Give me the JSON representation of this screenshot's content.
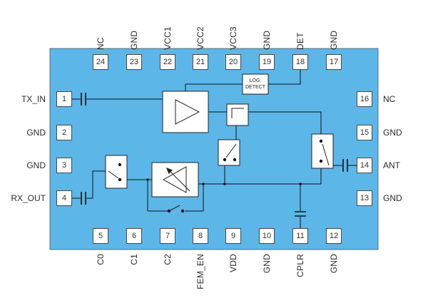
{
  "diagram": {
    "log_detect": {
      "line1": "LOG.",
      "line2": "DETECT"
    }
  },
  "colors": {
    "chip_fill": "#5cb6e8",
    "component_fill": "#ffffff",
    "wire": "#121212"
  },
  "pins": {
    "top": [
      {
        "num": "24",
        "label": "NC"
      },
      {
        "num": "23",
        "label": "GND"
      },
      {
        "num": "22",
        "label": "VCC1"
      },
      {
        "num": "21",
        "label": "VCC2"
      },
      {
        "num": "20",
        "label": "VCC3"
      },
      {
        "num": "19",
        "label": "GND"
      },
      {
        "num": "18",
        "label": "DET"
      },
      {
        "num": "17",
        "label": "GND"
      }
    ],
    "bottom": [
      {
        "num": "5",
        "label": "C0"
      },
      {
        "num": "6",
        "label": "C1"
      },
      {
        "num": "7",
        "label": "C2"
      },
      {
        "num": "8",
        "label": "FEM_EN"
      },
      {
        "num": "9",
        "label": "VDD"
      },
      {
        "num": "10",
        "label": "GND"
      },
      {
        "num": "11",
        "label": "CPLR"
      },
      {
        "num": "12",
        "label": "GND"
      }
    ],
    "left": [
      {
        "num": "1",
        "label": "TX_IN"
      },
      {
        "num": "2",
        "label": "GND"
      },
      {
        "num": "3",
        "label": "GND"
      },
      {
        "num": "4",
        "label": "RX_OUT"
      }
    ],
    "right": [
      {
        "num": "16",
        "label": "NC"
      },
      {
        "num": "15",
        "label": "GND"
      },
      {
        "num": "14",
        "label": "ANT"
      },
      {
        "num": "13",
        "label": "GND"
      }
    ]
  }
}
